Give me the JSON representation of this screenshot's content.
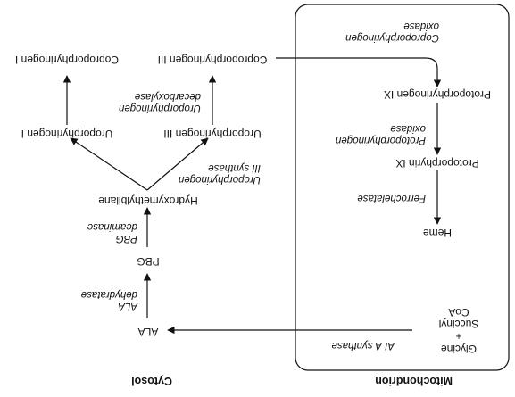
{
  "compartments": {
    "cytosol_label": "Cytosol",
    "mitochondrion_label": "Mitochondrion"
  },
  "nodes": {
    "glycine_line1": "Glycine",
    "glycine_line2": "+",
    "glycine_line3": "Succinyl",
    "glycine_line4": "CoA",
    "ala": "ALA",
    "pbg": "PBG",
    "hmb": "Hydroxymethylbilane",
    "uro1": "Uroporphyrinogen I",
    "uro3": "Uroporphyrinogen III",
    "copro1": "Coproporphyrinogen I",
    "copro3": "Coproporphyrinogen III",
    "proto_gen": "Protoporphyrinogen IX",
    "proto": "Protoporphyrin IX",
    "heme": "Heme"
  },
  "enzymes": {
    "ala_synthase": "ALA synthase",
    "ala_dehydratase_1": "ALA",
    "ala_dehydratase_2": "dehydratase",
    "pbg_deaminase_1": "PBG",
    "pbg_deaminase_2": "deaminase",
    "uro3_synthase_1": "Uroporphyrinogen",
    "uro3_synthase_2": "III synthase",
    "uro_decarboxylase_1": "Uroporphyrinogen",
    "uro_decarboxylase_2": "decarboxylase",
    "copro_oxidase_1": "Coproporphyrinogen",
    "copro_oxidase_2": "oxidase",
    "proto_oxidase_1": "Protoporphyrinogen",
    "proto_oxidase_2": "oxidase",
    "ferrochelatase": "Ferrochelatase"
  }
}
